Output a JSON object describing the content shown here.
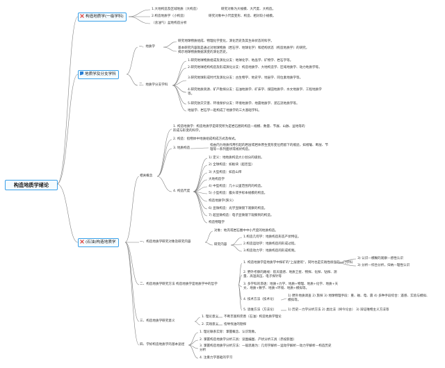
{
  "root": "构造地质学绪论",
  "boxes": {
    "b1": "构造地质学(一级学科)",
    "b2": "地质学及分支学科",
    "b3": "(石油)构造地质学"
  },
  "icons": {
    "b1": "crossed-tools-icon",
    "b2": "flag-icon",
    "b3": "crossed-tools-icon"
  },
  "s1": {
    "items": [
      "1.大地构造及区域地质（大构造）",
      "2.构造地质学（小构造）",
      "（含油气）盆地构造分析"
    ],
    "notes": [
      "研究对象为大规模、大尺度、大构造。",
      "研究对象中小尺度变形、构造、相对较小规模。"
    ]
  },
  "s2": {
    "h1": "一、地质学",
    "h1_notes": [
      "研究地球物质组成、物理化学变化，演化历史及其生命状态的科学。",
      "基本研究内容就是通过对地球物质（岩石学、地球化学）和结构状态（构造地质学）的研究，揭示地球物质数据演变的演化历史。"
    ],
    "h2": "二、地质学分支学科",
    "h2_items": [
      "1.研究地球物质组成及演化分支：地球化学、地晶学、矿物学、岩石学等。",
      "2.研究地球结构构造及形成演化分支：构造地质学、大地构造学、区域地质学、动力地质学等。",
      "3.研究地球形成时代及演化分支：古生物学、地史学、地层学、同位素地质学等。",
      "4.研究地质资源、矿产勘探分支：石油地质学、矿床学、煤田地质学、水文地质学、工程地质学等。",
      "5.研究防灾灾害、环境保护分支：环境地质学、地震地质学、泥石流地质学等。"
    ],
    "h2_tail": "地层学、岩石学一起构成了地质学的三大基础学科。"
  },
  "s3": {
    "label": "相关概念",
    "c1": "1. 构造地质学：构造地质学是研究所为是岩石圈的构造—规模、数量、节展、山脉、盆地等的形成与形变的科学。",
    "c2": "2. 构造：指物体中地质组成构成方式及样式。",
    "c3": "3. 地质构造",
    "c3_note": "指由内力地质作用引起的岩层或岩体原生变形变位而留下的痕迹，如褶皱、断层、节理等一系列面状或线状构造。",
    "c4": "4. 构造尺度",
    "scales": [
      "1) 定义：地地质构造大小划分的级别。",
      "2) 全球构造：如板块（超巨型）",
      "3) 大型构造：如造山带",
      "大地构造学",
      "4) 中型构造：几十公里范围内的构造。",
      "5) 小型构造：露头或手标本规模的构造。",
      "构造地质学(狭义)",
      "6) 显微构造：光学显微镜下观察的构造。",
      "7) 超显微构造：电子显微镜下观察到的构造。",
      "构造物理学"
    ]
  },
  "s4": {
    "h1": "一、构造地质学研究对象及研究内容",
    "object": "对象：地壳或岩石圈中中小尺度的地质构造。",
    "content_label": "研究内容",
    "contents": [
      "1.构造几何学：地质构造形态产状特征。",
      "2.构造运动学：地质构造的形成过程。",
      "3.构造动力学：地质构造的形成机制。"
    ],
    "h2": "二、构造地质学研究方法 构造地质学是地质学中的哲学",
    "methods": [
      "1. 构造地质学是地质学中探矿的\"上层建筑\"，同时也是实践性很强的一门学科",
      "2. 野外考察的路线：航天遥感、地质卫星、物探、化探、钻探、测量、高温高压、电子探针等",
      "3. 多学科的渗透：地质+力学、地质+物理、地质+化学、地质+天文、地质+数学、地质+环境、地质+模拟等。",
      "4. 技术方法（技术论）",
      "5. 思维方法（方法论）"
    ],
    "m1_notes": [
      "3) 认识—模糊的观察—感性认识",
      "3) 分析—综合分析，归纳—理性认识"
    ],
    "m4_note": "1) 野外地质调查 2) 旅探 3) 地球物理手段：重、磁、电、震 4) 多种手段综合：遥感、实验与模拟、模拟等。",
    "m5_note": "1) 历史—力学分析方法 2) 类比法（将今论古） 3) 辩证唯物主义方法等",
    "h3": "三、构造地质学研究意义",
    "sig": [
      "1. 理论意义",
      "2. 实践意义"
    ],
    "sig_notes": [
      "不断丰富和完善（石油）构造地质学理论",
      "指导找油的勘探"
    ],
    "h4": "四、学好构造地质学的基本途径",
    "ways": [
      "1. 理论联系实际：掌握概念、认识现象。",
      "2. 掌握构造地质学分析工具：读图编图、产状分析工具（赤投影图）",
      "3. 掌握构造地质学分析方法：一般思路为：几何学解析—运动学解析—动力学解析—构造历史分析",
      "4. 注重力学基础的学习"
    ]
  }
}
